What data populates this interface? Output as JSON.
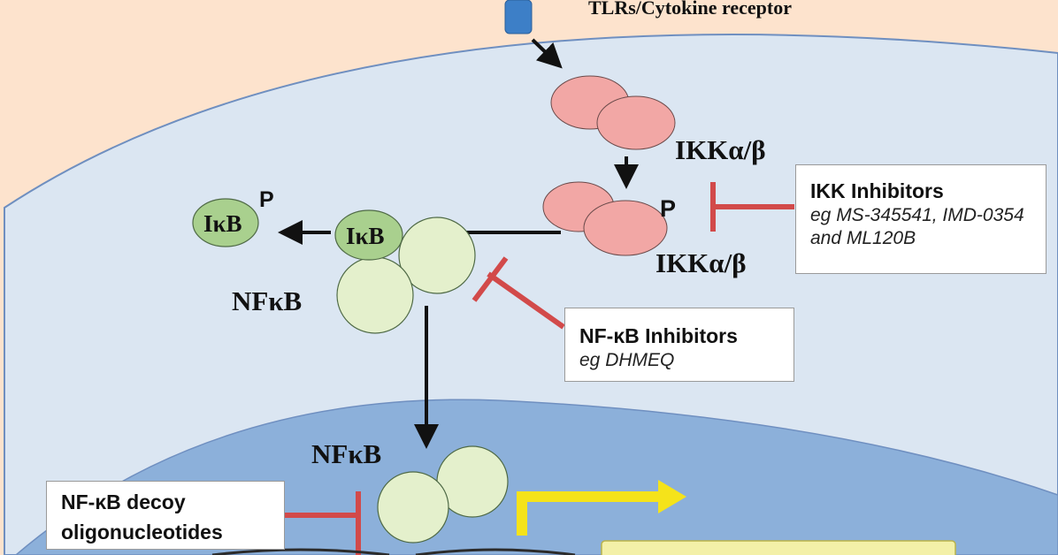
{
  "receptor": {
    "label": "TLRs/Cytokine receptor"
  },
  "ikk": {
    "label_top": "IKKα/β",
    "label_bottom": "IKKα/β",
    "phospho": "P"
  },
  "ikb": {
    "label_free": "IκB",
    "label_bound": "IκB",
    "phospho": "P"
  },
  "nfkb": {
    "label_cytoplasm": "NFκB",
    "label_nucleus": "NFκB"
  },
  "inhibitors": {
    "ikk": {
      "title": "IKK Inhibitors",
      "subtitle": "eg  MS-345541, IMD-0354 and ML120B"
    },
    "nfkb": {
      "title": "NF-κB Inhibitors",
      "subtitle": "eg  DHMEQ"
    },
    "decoy": {
      "title": "NF-κB  decoy oligonucleotides"
    }
  },
  "colors": {
    "background": "#fde3cd",
    "cytoplasm": "#dbe6f2",
    "nucleus": "#8cb0da",
    "membrane": "#6f8fc0",
    "receptor": "#3d7fc7",
    "ikk": "#f2a7a5",
    "ikb": "#a9d08e",
    "nfkb": "#e4f0cc",
    "inhibition": "#d24a4a",
    "transcription": "#f5e31a"
  }
}
